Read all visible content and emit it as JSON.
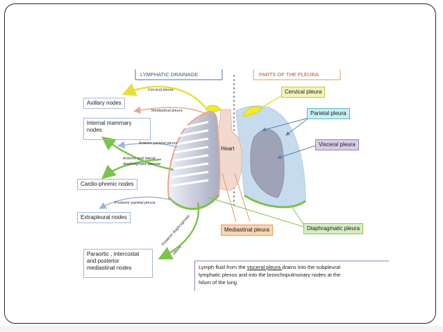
{
  "headers": {
    "lymphatic": "LYMPHATIC DRAINAGE",
    "pleura": "PARTS OF THE PLEURA"
  },
  "nodes": {
    "axillary": "Axillary nodes",
    "internal_mammary_1": "Internal mammary",
    "internal_mammary_2": "nodes",
    "cardio_phrenic": "Cardio-phrenic nodes",
    "extrapleural": "Extrapleural nodes",
    "paraortic_1": "Paraortic , intercostal",
    "paraortic_2": "and posterior",
    "paraortic_3": "mediastinal  nodes"
  },
  "pleura_parts": {
    "cervical": "Cervical pleura",
    "parietal": "Parietal pleura",
    "visceral": "Visceral pleura",
    "mediastinal": "Mediastinal  pleura",
    "diaphragmatic": "Diaphragmatic  pleura"
  },
  "arrow_labels": {
    "cervical": "Cervical pleura",
    "mediastinal": "Mediastinal pleura",
    "anterior_parietal": "Anterior parietal pleura",
    "anterior_lateral_1": "Anterior and lateral",
    "anterior_lateral_2": "diaphragmatic pleurae",
    "posterior_parietal": "Posterior parietal pleura",
    "posterior_diaphragmatic_1": "Posterior diaphragmatic",
    "posterior_diaphragmatic_2": "pleura"
  },
  "organ_label": "Heart",
  "note": {
    "line1_prefix": "Lymph fluid from the ",
    "line1_link": "visceral pleura ",
    "line1_suffix": "drains into the subpleural",
    "line2": "lymphatic plexus and into the bronchopulmonary  nodes at the",
    "line3": "hilum of the lung"
  },
  "colors": {
    "yellow_box": "#f2f3b8",
    "yellow_border": "#c9c24a",
    "cyan_box": "#c8eef2",
    "cyan_border": "#5bb7c4",
    "purple_box": "#d9cde6",
    "purple_border": "#9a7db8",
    "orange_box": "#f7d5b5",
    "orange_border": "#e39a5b",
    "green_box": "#d7ecc2",
    "green_border": "#8fbf5c",
    "blue_header": "#4a6fb0",
    "orange_header": "#e39a5b"
  }
}
